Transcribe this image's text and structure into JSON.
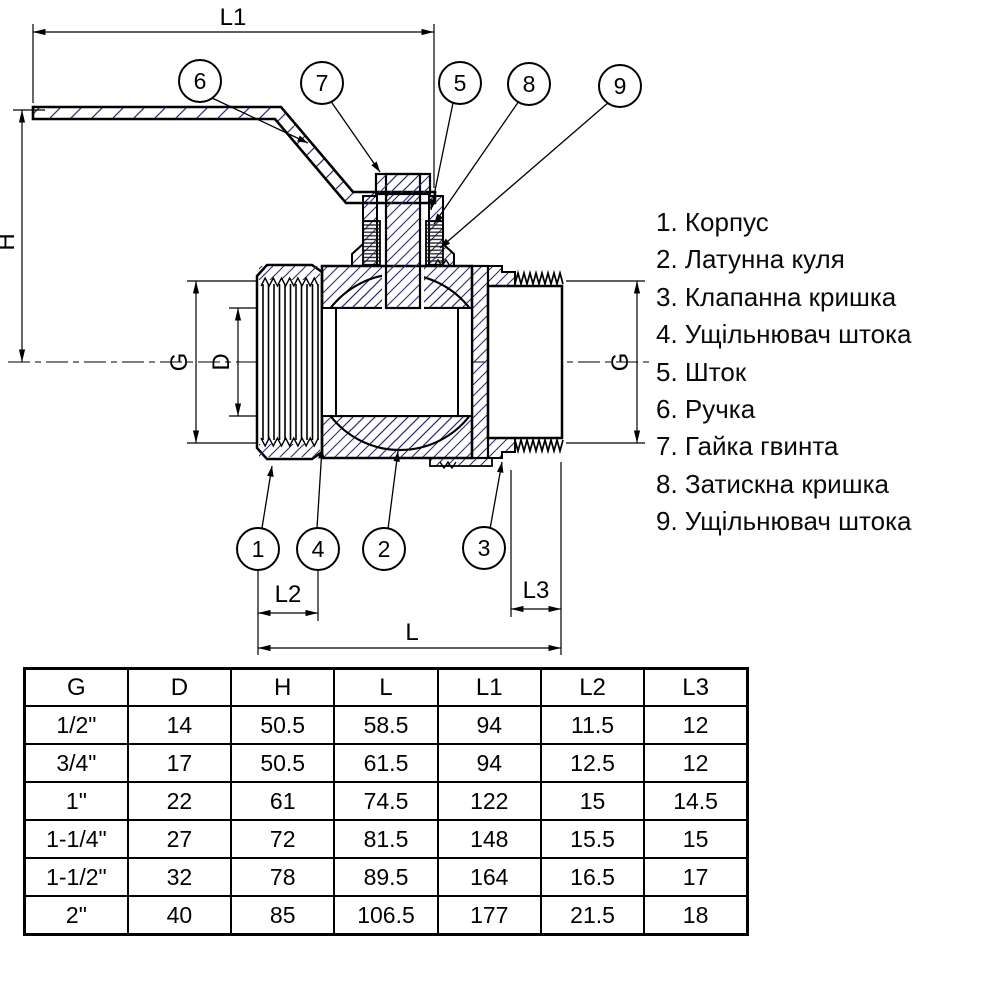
{
  "diagram": {
    "dims": {
      "l1": "L1",
      "h": "H",
      "g_left": "G",
      "d": "D",
      "g_right": "G",
      "l2": "L2",
      "l3": "L3",
      "l": "L"
    },
    "callouts": {
      "c1": "1",
      "c2": "2",
      "c3": "3",
      "c4": "4",
      "c5": "5",
      "c6": "6",
      "c7": "7",
      "c8": "8",
      "c9": "9"
    },
    "hatch_color": "#2b2b7a",
    "line_color": "#000000"
  },
  "legend": {
    "items": [
      "1. Корпус",
      "2. Латунна куля",
      "3. Клапанна кришка",
      "4. Ущільнювач штока",
      "5. Шток",
      "6. Ручка",
      "7. Гайка гвинта",
      "8. Затискна кришка",
      "9. Ущільнювач штока"
    ]
  },
  "table": {
    "headers": [
      "G",
      "D",
      "H",
      "L",
      "L1",
      "L2",
      "L3"
    ],
    "rows": [
      [
        "1/2\"",
        "14",
        "50.5",
        "58.5",
        "94",
        "11.5",
        "12"
      ],
      [
        "3/4\"",
        "17",
        "50.5",
        "61.5",
        "94",
        "12.5",
        "12"
      ],
      [
        "1\"",
        "22",
        "61",
        "74.5",
        "122",
        "15",
        "14.5"
      ],
      [
        "1-1/4\"",
        "27",
        "72",
        "81.5",
        "148",
        "15.5",
        "15"
      ],
      [
        "1-1/2\"",
        "32",
        "78",
        "89.5",
        "164",
        "16.5",
        "17"
      ],
      [
        "2\"",
        "40",
        "85",
        "106.5",
        "177",
        "21.5",
        "18"
      ]
    ]
  }
}
